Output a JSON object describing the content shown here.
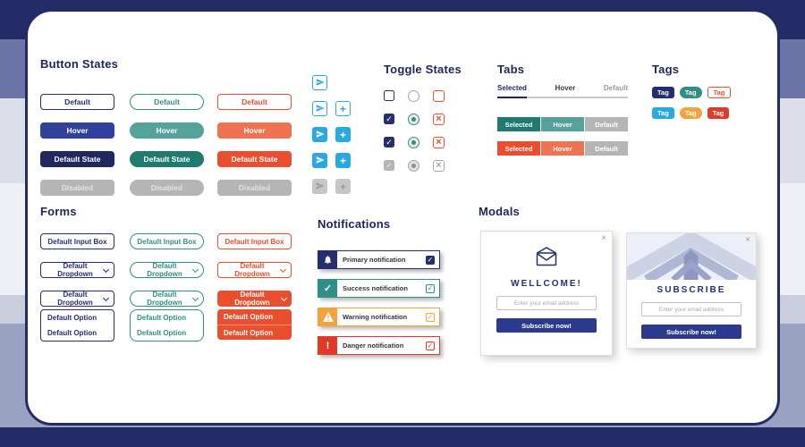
{
  "ui": {
    "button_states": {
      "title": "Button States",
      "labels": {
        "default": "Default",
        "hover": "Hover",
        "state": "Default State",
        "disabled": "Disabled"
      }
    },
    "toggle_states": {
      "title": "Toggle States"
    },
    "tabs": {
      "title": "Tabs",
      "text": {
        "selected": "Selected",
        "hover": "Hover",
        "default": "Default"
      }
    },
    "tags": {
      "title": "Tags",
      "label": "Tag"
    },
    "forms": {
      "title": "Forms",
      "input": "Default Input Box",
      "dropdown": "Default Dropdown",
      "option": "Default Option"
    },
    "notifications": {
      "title": "Notifications",
      "primary": "Primary notification",
      "success": "Success notification",
      "warning": "Warning notification",
      "danger": "Danger notification"
    },
    "modals": {
      "title": "Modals",
      "welcome": {
        "title": "WELLCOME!",
        "placeholder": "Enter your email address",
        "button": "Subscribe now!",
        "close": "×"
      },
      "subscribe": {
        "title": "SUBSCRIBE",
        "placeholder": "Enter your email address",
        "button": "Subscribe now!",
        "close": "×"
      }
    },
    "glyphs": {
      "check": "✓",
      "cross": "×",
      "plus": "+",
      "bang": "!"
    }
  },
  "colors": {
    "navy": "#252e6e",
    "navy_dark": "#20285f",
    "navy_hover": "#31409a",
    "teal": "#2f8f86",
    "teal_dark": "#1f7a70",
    "teal_hover": "#55a29a",
    "orange": "#e94e2e",
    "orange_hover": "#ef7352",
    "yellow": "#f2a33c",
    "light_blue": "#2aa9e0",
    "red": "#e03a2a",
    "disabled_gray": "#b5b5b5",
    "frame_navy": "#232c66"
  }
}
